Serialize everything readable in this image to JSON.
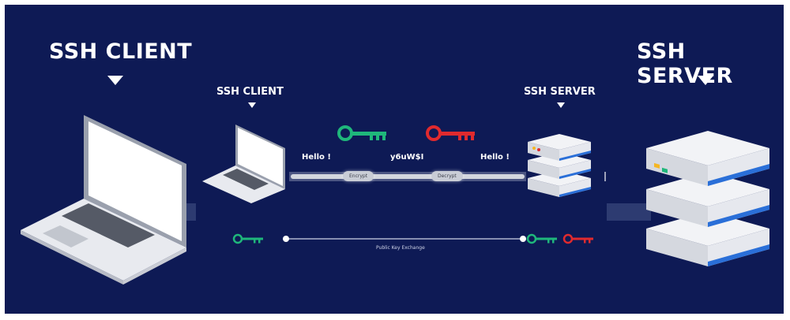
{
  "diagram": {
    "client_title": "SSH CLIENT",
    "server_title": "SSH SERVER",
    "client_title_small": "SSH CLIENT",
    "server_title_small": "SSH SERVER",
    "hello_client": "Hello !",
    "encrypted_text": "y6uW$I",
    "hello_server": "Hello !",
    "encrypt_label": "Encrypt",
    "decrypt_label": "Decrypt",
    "public_key_exchange": "Public Key Exchange"
  },
  "colors": {
    "background": "#0e1a55",
    "public_key": "#1fb77b",
    "private_key": "#e02a2e",
    "server_stripe": "#2a6fd8",
    "channel": "#d3d6de"
  },
  "icons": [
    "laptop-icon",
    "server-icon",
    "public-key-icon",
    "private-key-icon",
    "arrow-down-icon"
  ]
}
